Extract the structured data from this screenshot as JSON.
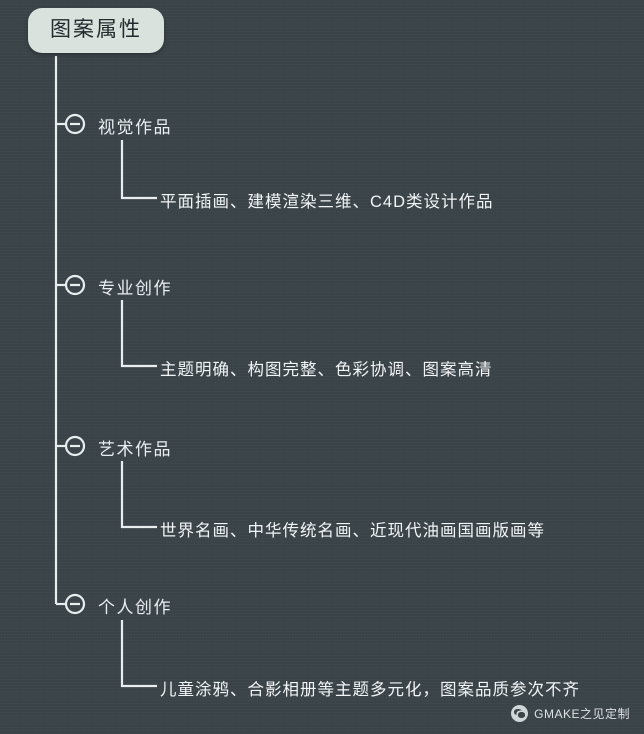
{
  "canvas": {
    "background_color": "#3a4449",
    "line_color": "#e8edee",
    "node_fill": "#d9e2dd",
    "node_text_color": "#23292c",
    "text_color": "#eef2f3"
  },
  "root": {
    "label": "图案属性"
  },
  "branches": [
    {
      "label": "视觉作品",
      "leaf": "平面插画、建模渲染三维、C4D类设计作品"
    },
    {
      "label": "专业创作",
      "leaf": "主题明确、构图完整、色彩协调、图案高清"
    },
    {
      "label": "艺术作品",
      "leaf": "世界名画、中华传统名画、近现代油画国画版画等"
    },
    {
      "label": "个人创作",
      "leaf": "儿童涂鸦、合影相册等主题多元化，图案品质参次不齐"
    }
  ],
  "watermark": {
    "icon": "wechat-icon",
    "text": "GMAKE之见定制"
  }
}
